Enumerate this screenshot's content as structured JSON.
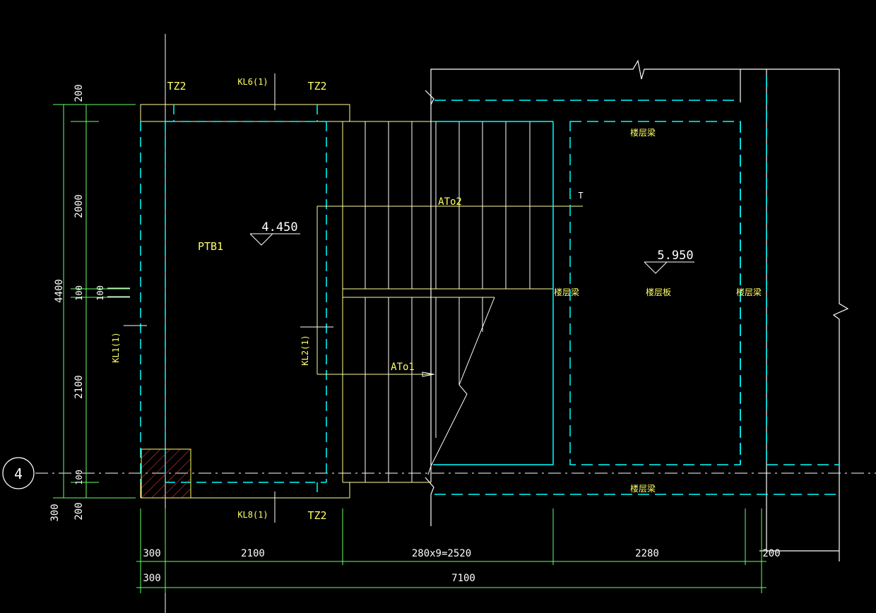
{
  "labels": {
    "tz2_top_left": "TZ2",
    "tz2_top_right": "TZ2",
    "tz2_bottom": "TZ2",
    "kl6": "KL6(1)",
    "kl8": "KL8(1)",
    "kl1": "KL1(1)",
    "kl2": "KL2(1)",
    "ptb1": "PTB1",
    "elev_landing": "4.450",
    "elev_floor": "5.950",
    "ato2": "ATo2",
    "ato1": "ATo1",
    "floor_beam_top": "楼层梁",
    "floor_beam_left": "楼层梁",
    "floor_slab": "楼层板",
    "floor_beam_right": "楼层梁",
    "floor_beam_bottom": "楼层梁",
    "axis_bubble": "4",
    "stair_mark": "T"
  },
  "dimensions": {
    "horizontal_row1": [
      "300",
      "2100",
      "280x9=2520",
      "2280",
      "200"
    ],
    "horizontal_row2": [
      "300",
      "7100"
    ],
    "vertical_left_overall": "4400",
    "vertical_left_overall_bottom": "300",
    "vertical_inner": [
      "200",
      "2000",
      "100",
      "100",
      "2100",
      "100",
      "200"
    ]
  },
  "colors": {
    "background": "#000000",
    "wall": "#00ffff",
    "outline": "#ffffff",
    "stair": "#ffff99",
    "dimension": "#66ff66",
    "column_hatch": "#ff4040",
    "text_yellow": "#ffff66",
    "text_white": "#ffffff"
  }
}
